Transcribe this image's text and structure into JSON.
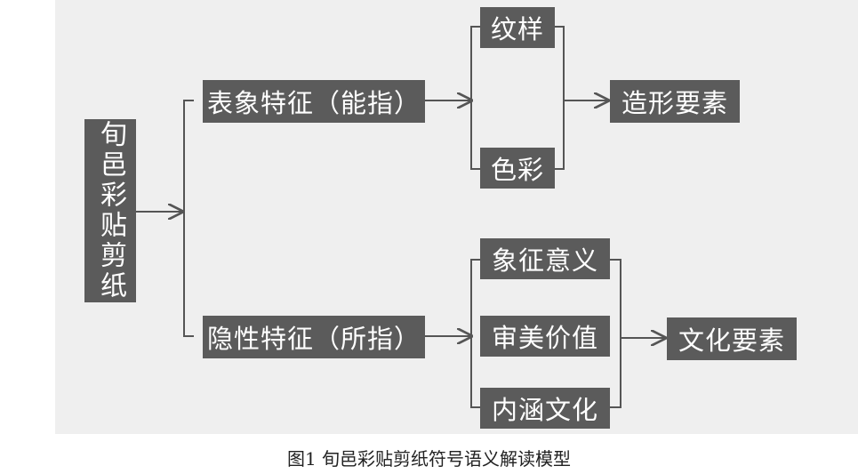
{
  "root": "旬邑彩贴剪纸",
  "branches": {
    "upper": "表象特征（能指）",
    "lower": "隐性特征（所指）"
  },
  "upper_items": [
    "纹样",
    "色彩"
  ],
  "lower_items": [
    "象征意义",
    "审美价值",
    "内涵文化"
  ],
  "results": {
    "upper": "造形要素",
    "lower": "文化要素"
  },
  "caption": "图1 旬邑彩贴剪纸符号语义解读模型",
  "colors": {
    "box": "#5b5b5b",
    "panel": "#efefef",
    "line": "#555555",
    "text": "#ffffff"
  }
}
